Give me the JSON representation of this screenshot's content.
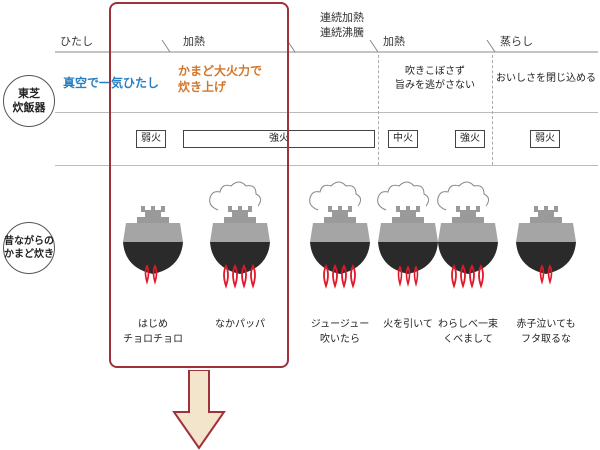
{
  "stages": {
    "hitashi": "ひたし",
    "kanetsu1": "加熱",
    "renzoku_line1": "連続加熱",
    "renzoku_line2": "連続沸騰",
    "kanetsu2": "加熱",
    "murashi": "蒸らし"
  },
  "row1": {
    "label_line1": "東芝",
    "label_line2": "炊飯器",
    "desc1": "真空で一気ひたし",
    "desc2_line1": "かまど大火力で",
    "desc2_line2": "炊き上げ",
    "desc3_line1": "吹きこぼさず",
    "desc3_line2": "旨みを逃がさない",
    "desc4": "おいしさを閉じ込める"
  },
  "heat": {
    "weak1": "弱火",
    "strong1": "強火",
    "medium": "中火",
    "strong2": "強火",
    "weak2": "弱火"
  },
  "row2": {
    "label_line1": "昔ながらの",
    "label_line2": "かまど炊き"
  },
  "captions": [
    {
      "line1": "はじめ",
      "line2": "チョロチョロ"
    },
    {
      "line1": "なかパッパ",
      "line2": ""
    },
    {
      "line1": "ジュージュー",
      "line2": "吹いたら"
    },
    {
      "line1": "火を引いて",
      "line2": ""
    },
    {
      "line1": "わらしべ一束",
      "line2": "くべまして"
    },
    {
      "line1": "赤子泣いても",
      "line2": "フタ取るな"
    }
  ],
  "colors": {
    "blue": "#2a7fc0",
    "orange": "#d2762a",
    "frame": "#a0303a",
    "arrow_fill": "#f3e4cc",
    "pot_gray": "#9a9a9a",
    "pot_black": "#2a2a2a",
    "flame_red": "#e0182a"
  }
}
